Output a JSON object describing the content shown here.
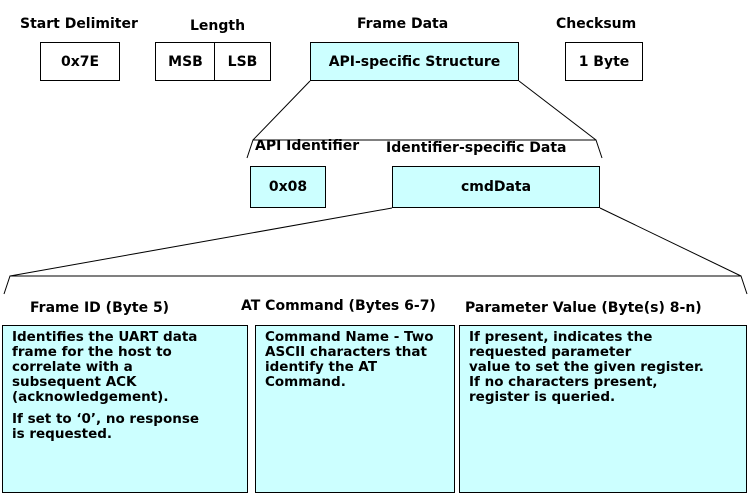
{
  "frame": {
    "start_delimiter": {
      "label": "Start Delimiter",
      "value": "0x7E"
    },
    "length": {
      "label": "Length",
      "msb": "MSB",
      "lsb": "LSB"
    },
    "frame_data": {
      "label": "Frame Data",
      "value": "API-specific Structure"
    },
    "checksum": {
      "label": "Checksum",
      "value": "1 Byte"
    }
  },
  "api": {
    "identifier_label": "API Identifier",
    "identifier_value": "0x08",
    "data_label": "Identifier-specific Data",
    "data_value": "cmdData"
  },
  "fields": [
    {
      "label": "Frame ID (Byte 5)",
      "paragraphs": [
        "Identifies the UART data\nframe for the host to\ncorrelate with a\nsubsequent ACK\n(acknowledgement).",
        "If set to ‘0’, no response\nis requested."
      ]
    },
    {
      "label": "AT Command (Bytes 6-7)",
      "paragraphs": [
        "Command Name - Two\nASCII characters that\nidentify the AT\nCommand."
      ]
    },
    {
      "label": "Parameter Value (Byte(s) 8-n)",
      "paragraphs": [
        "If present, indicates the\nrequested parameter\nvalue to set the given register.\nIf no characters present,\nregister is queried."
      ]
    }
  ]
}
